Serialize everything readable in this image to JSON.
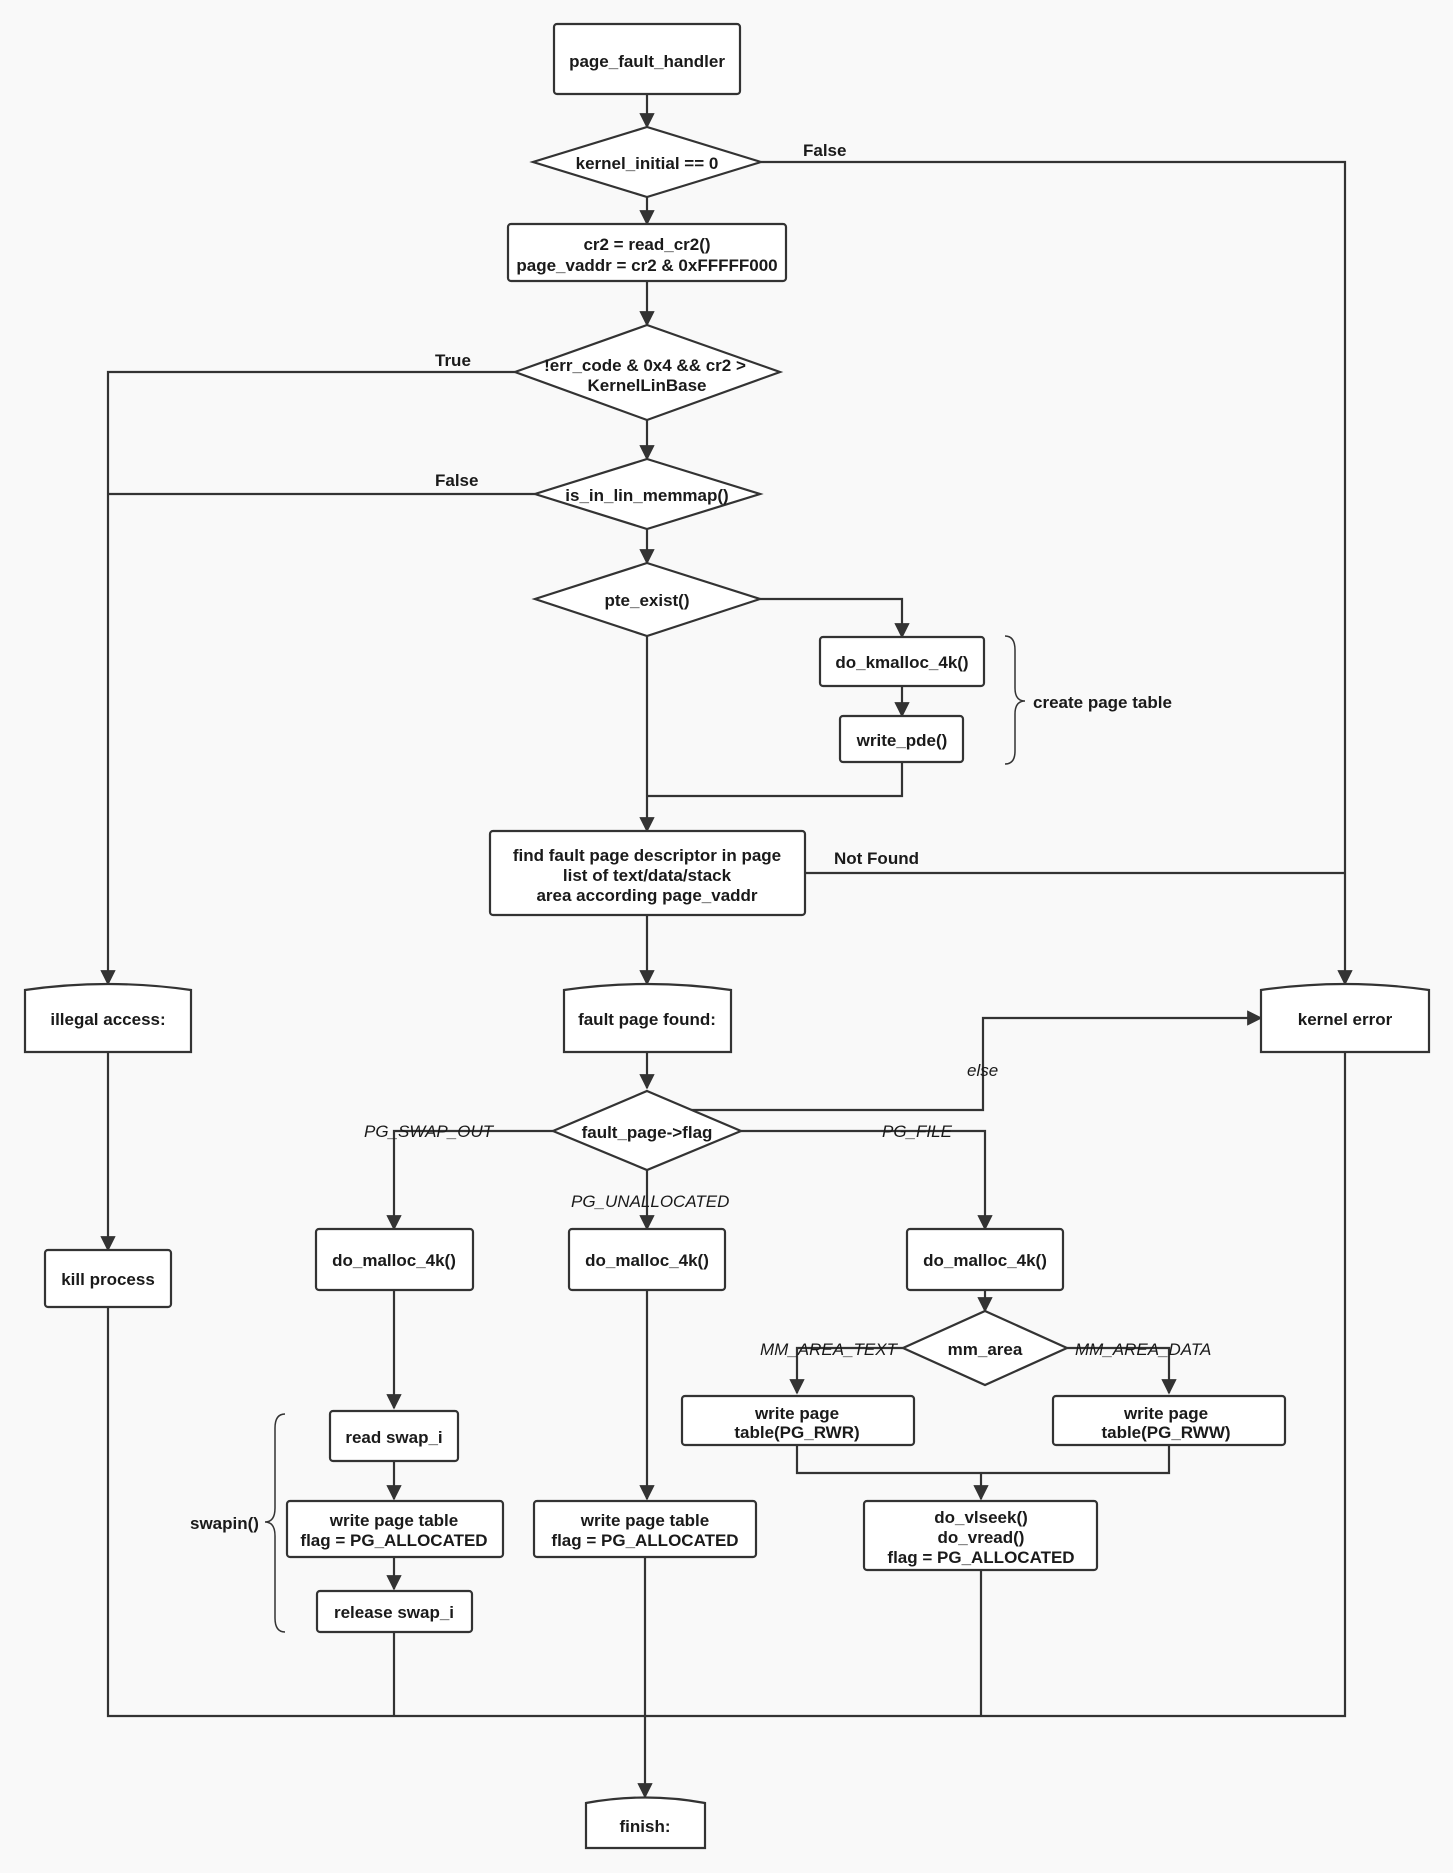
{
  "nodes": {
    "handler": "page_fault_handler",
    "kernel_initial": "kernel_initial == 0",
    "read_cr2": [
      "cr2 = read_cr2()",
      "page_vaddr = cr2 & 0xFFFFF000"
    ],
    "err_code": [
      "!err_code & 0x4 && cr2 >",
      "KernelLinBase"
    ],
    "is_in_lin": "is_in_lin_memmap()",
    "pte_exist": "pte_exist()",
    "do_kmalloc": "do_kmalloc_4k()",
    "write_pde": "write_pde()",
    "find_fault": [
      "find fault page descriptor in page",
      "list of text/data/stack",
      "area according page_vaddr"
    ],
    "illegal": "illegal access:",
    "fault_found": "fault page found:",
    "kernel_error": "kernel error",
    "fault_flag": "fault_page->flag",
    "kill": "kill process",
    "malloc_swap": "do_malloc_4k()",
    "malloc_unalloc": "do_malloc_4k()",
    "malloc_file": "do_malloc_4k()",
    "mm_area": "mm_area",
    "write_rwr": [
      "write page",
      "table(PG_RWR)"
    ],
    "write_rww": [
      "write page",
      "table(PG_RWW)"
    ],
    "read_swap": "read swap_i",
    "write_swap": [
      "write page table",
      "flag = PG_ALLOCATED"
    ],
    "write_unalloc": [
      "write page table",
      "flag = PG_ALLOCATED"
    ],
    "vlseek": [
      "do_vlseek()",
      "do_vread()",
      "flag = PG_ALLOCATED"
    ],
    "release_swap": "release swap_i",
    "finish": "finish:"
  },
  "labels": {
    "false_top": "False",
    "true_left": "True",
    "false_left": "False",
    "not_found": "Not Found",
    "else": "else",
    "pg_swap_out": "PG_SWAP_OUT",
    "pg_file": "PG_FILE",
    "pg_unallocated": "PG_UNALLOCATED",
    "mm_area_text": "MM_AREA_TEXT",
    "mm_area_data": "MM_AREA_DATA",
    "create_page_table": "create page table",
    "swapin": "swapin()"
  },
  "colors": {
    "stroke": "#333333",
    "fill": "#ffffff",
    "background": "#f9f9f9"
  }
}
